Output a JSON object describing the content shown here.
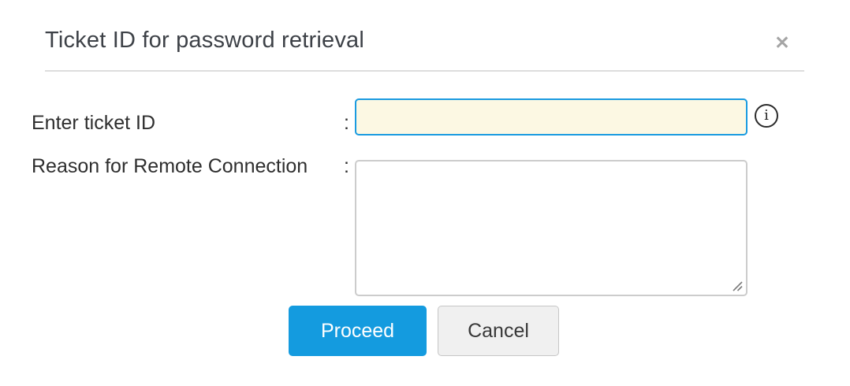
{
  "dialog": {
    "title": "Ticket ID for password retrieval",
    "close_icon_glyph": "✕"
  },
  "form": {
    "ticket_row": {
      "label": "Enter ticket ID",
      "colon": ":",
      "value": "",
      "placeholder": "",
      "info_icon_glyph": "i"
    },
    "reason_row": {
      "label": "Reason for Remote Connection",
      "colon": ":",
      "value": "",
      "placeholder": ""
    }
  },
  "buttons": {
    "proceed_label": "Proceed",
    "cancel_label": "Cancel"
  },
  "colors": {
    "accent_blue": "#149bdf",
    "input_focus_border": "#1a9be0",
    "input_bg": "#fcf8e3",
    "cancel_bg": "#f0f0f0",
    "title_text": "#3d4147",
    "divider": "#dddddd",
    "close_icon": "#a5a5a5"
  }
}
